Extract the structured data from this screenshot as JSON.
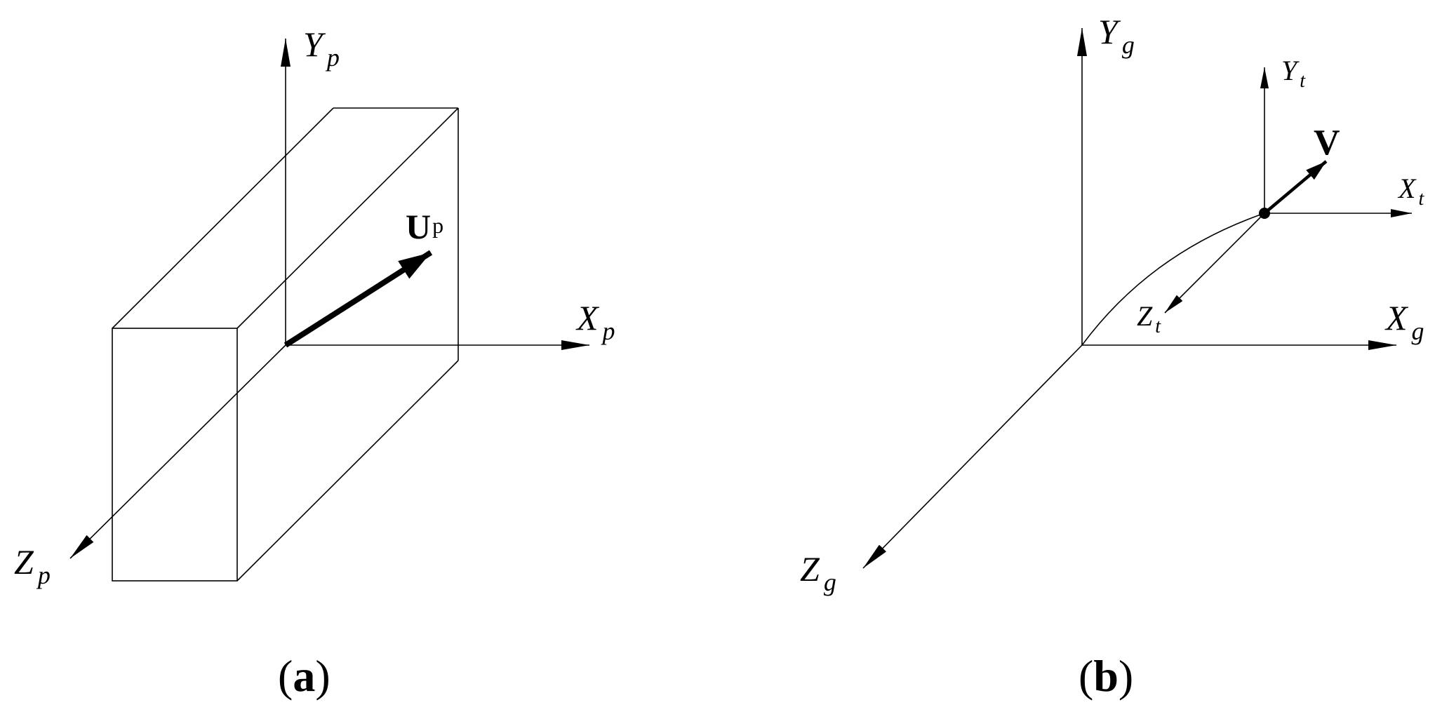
{
  "panel_a": {
    "caption_open": "(",
    "caption_letter": "a",
    "caption_close": ")",
    "axis_x": {
      "base": "X",
      "sub": "p"
    },
    "axis_y": {
      "base": "Y",
      "sub": "p"
    },
    "axis_z": {
      "base": "Z",
      "sub": "p"
    },
    "vector": {
      "base": "U",
      "sub": "p"
    }
  },
  "panel_b": {
    "caption_open": "(",
    "caption_letter": "b",
    "caption_close": ")",
    "global_x": {
      "base": "X",
      "sub": "g"
    },
    "global_y": {
      "base": "Y",
      "sub": "g"
    },
    "global_z": {
      "base": "Z",
      "sub": "g"
    },
    "local_x": {
      "base": "X",
      "sub": "t"
    },
    "local_y": {
      "base": "Y",
      "sub": "t"
    },
    "local_z": {
      "base": "Z",
      "sub": "t"
    },
    "vector": {
      "base": "V"
    }
  }
}
